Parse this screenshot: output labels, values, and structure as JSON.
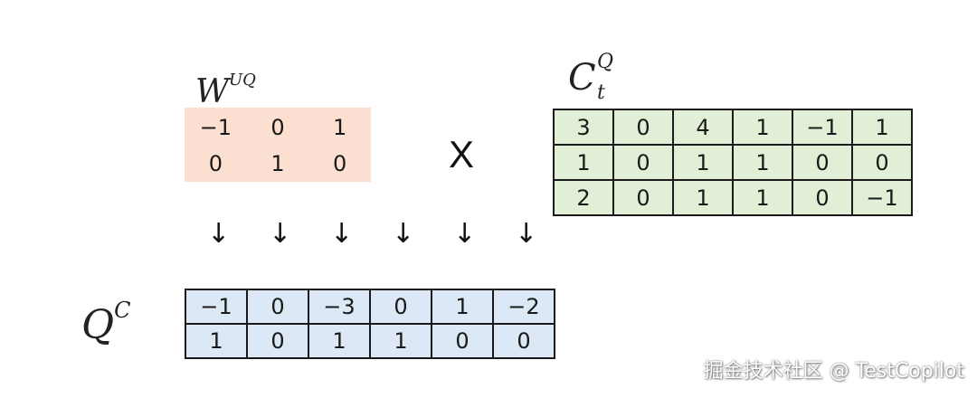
{
  "labels": {
    "w_base": "W",
    "w_sup": "UQ",
    "c_base": "C",
    "c_sup": "Q",
    "c_sub": "t",
    "q_base": "Q",
    "q_sup": "C",
    "times": "X",
    "arrow": "↓"
  },
  "w_matrix": [
    [
      "−1",
      "0",
      "1"
    ],
    [
      "0",
      "1",
      "0"
    ]
  ],
  "c_matrix": [
    [
      "3",
      "0",
      "4",
      "1",
      "−1",
      "1"
    ],
    [
      "1",
      "0",
      "1",
      "1",
      "0",
      "0"
    ],
    [
      "2",
      "0",
      "1",
      "1",
      "0",
      "−1"
    ]
  ],
  "q_matrix": [
    [
      "−1",
      "0",
      "−3",
      "0",
      "1",
      "−2"
    ],
    [
      "1",
      "0",
      "1",
      "1",
      "0",
      "0"
    ]
  ],
  "watermark": "掘金技术社区 @ TestCopilot",
  "colors": {
    "w_fill": "#fbdfd0",
    "c_fill": "#e1efd7",
    "q_fill": "#dce8f5",
    "grid": "#1a1a1a"
  }
}
